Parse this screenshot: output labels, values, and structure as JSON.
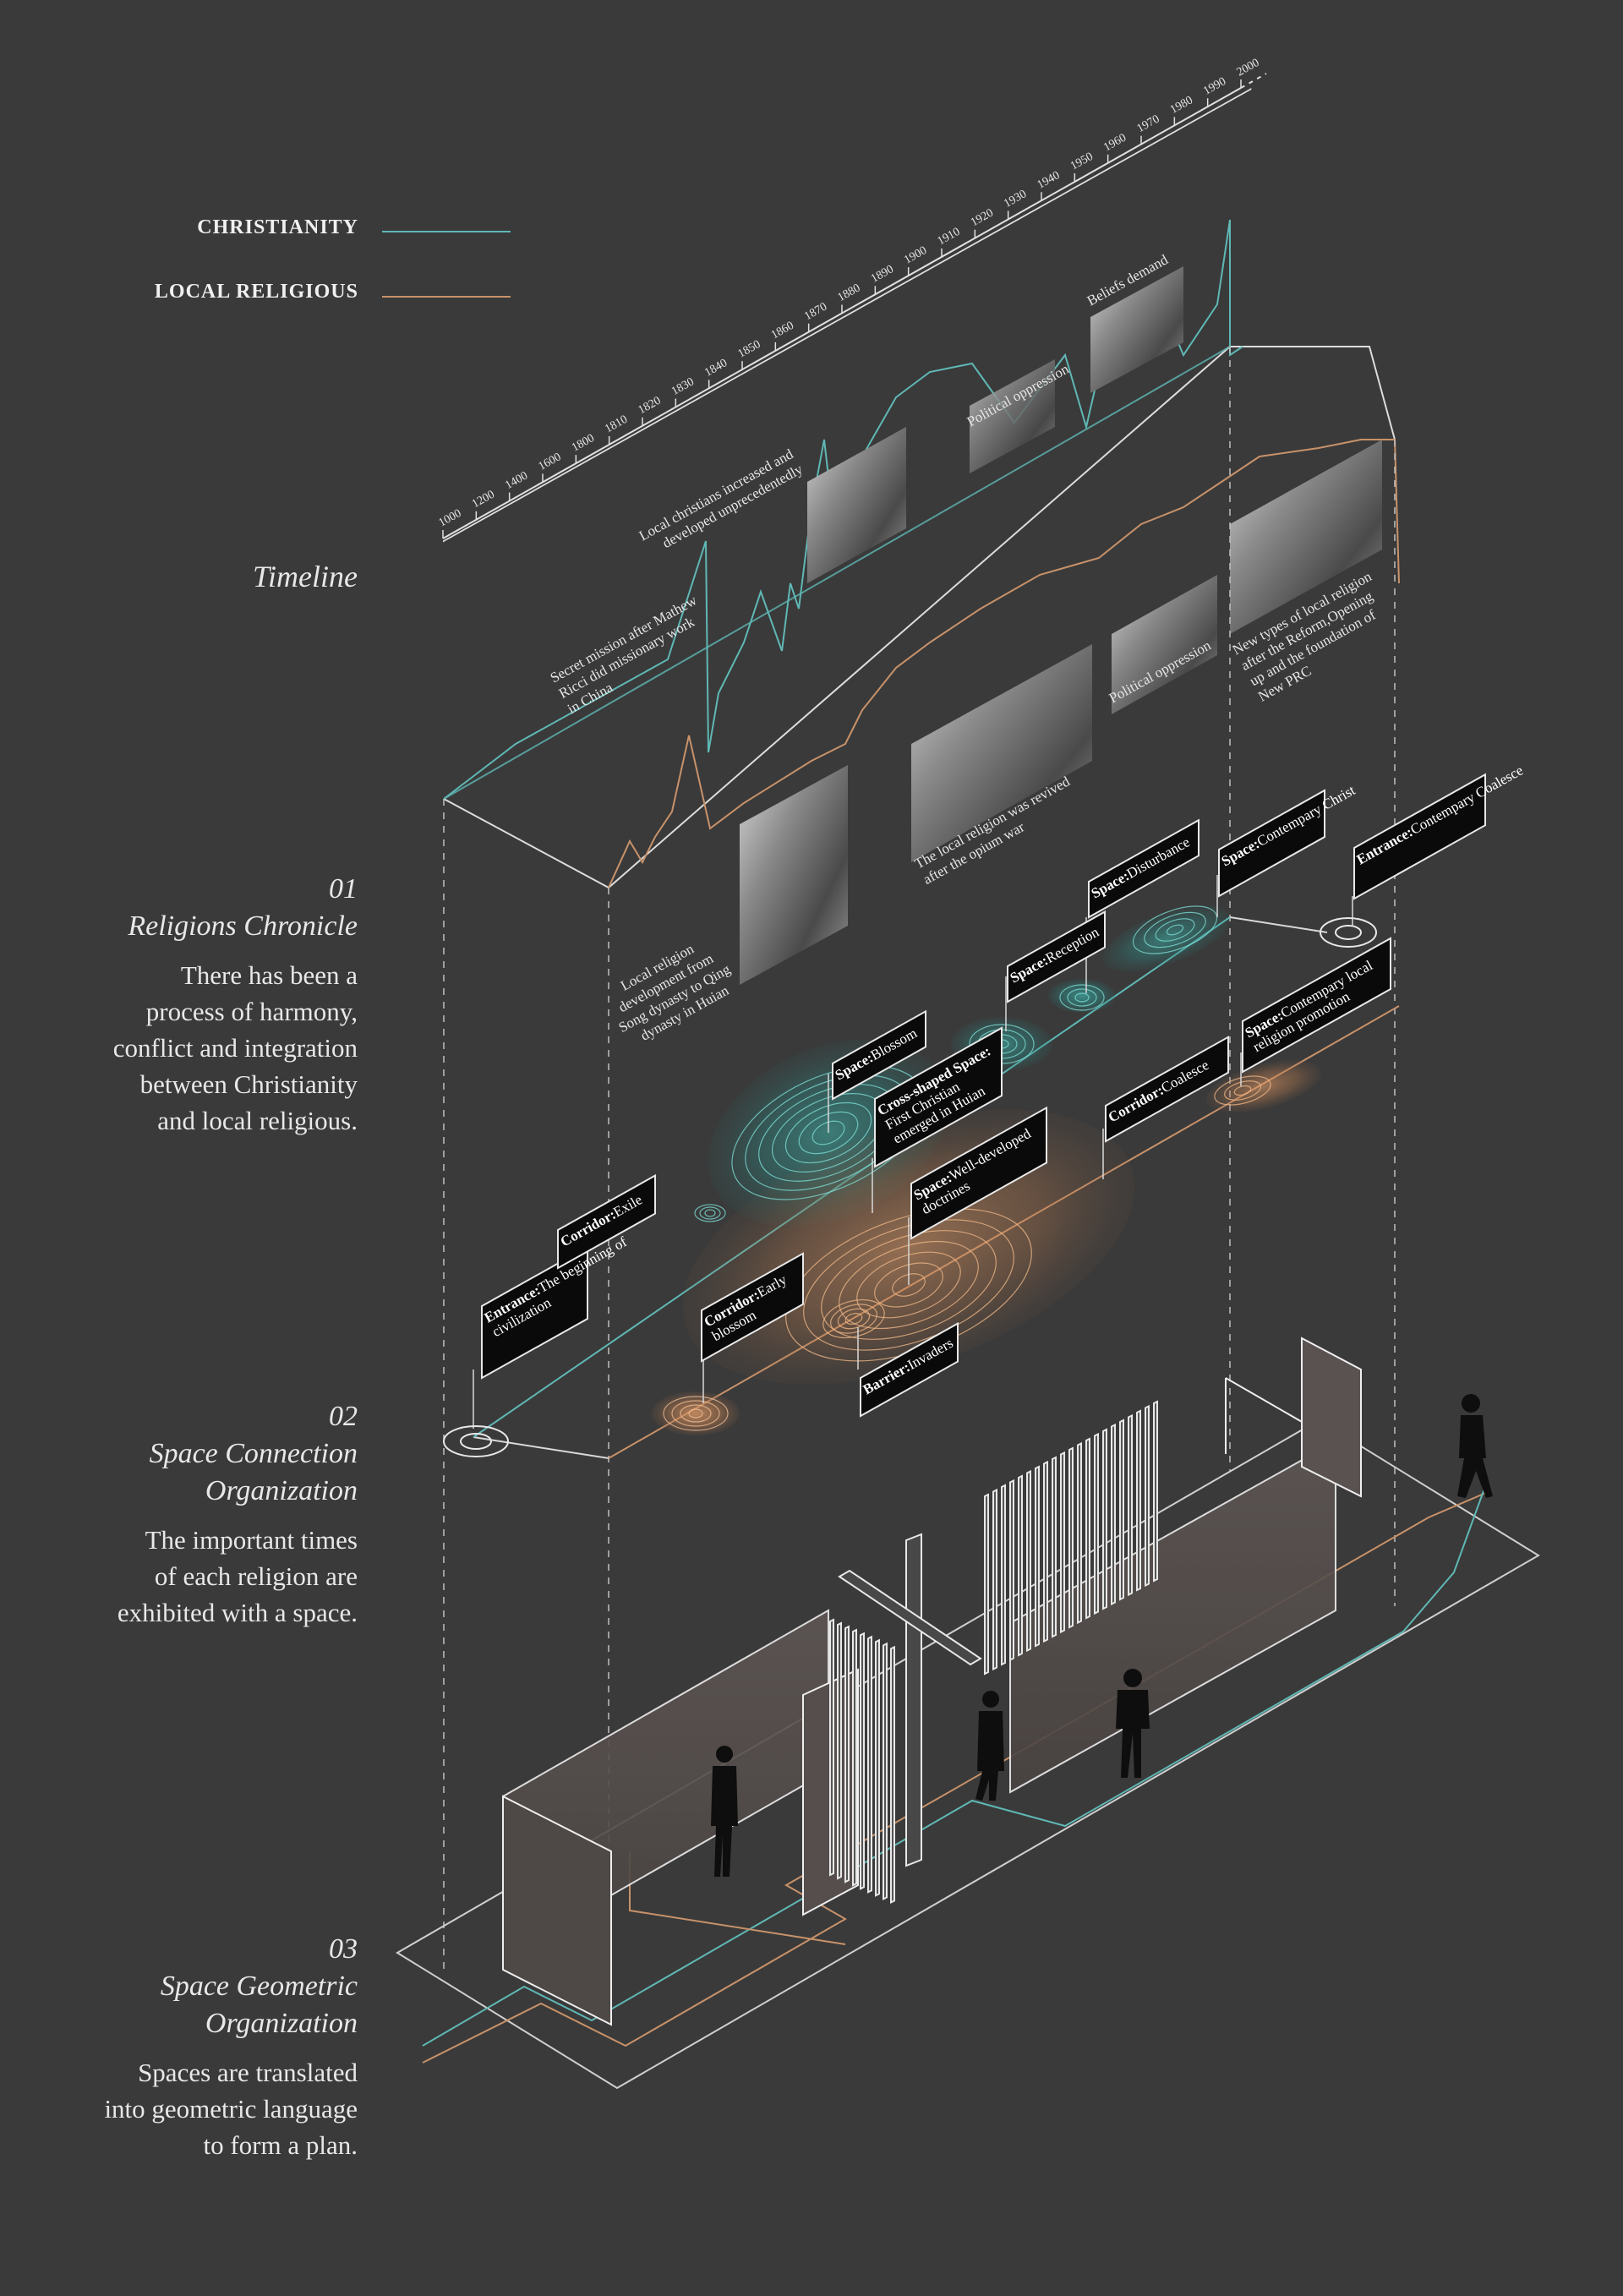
{
  "legend": {
    "items": [
      {
        "label": "CHRISTIANITY",
        "color": "#5fb8b5"
      },
      {
        "label": "LOCAL  RELIGIOUS",
        "color": "#c8926a"
      }
    ]
  },
  "timeline": {
    "title": "Timeline",
    "years": [
      "1000",
      "1200",
      "1400",
      "1600",
      "1800",
      "1810",
      "1820",
      "1830",
      "1840",
      "1850",
      "1860",
      "1870",
      "1880",
      "1890",
      "1900",
      "1910",
      "1920",
      "1930",
      "1940",
      "1950",
      "1960",
      "1970",
      "1980",
      "1990",
      "2000"
    ]
  },
  "annotations": {
    "secret_mission": [
      "Secret mission after Mathew",
      "Ricci did missionary work",
      "in China"
    ],
    "local_christians": [
      "Local christians increased and",
      "developed unprecedentedly"
    ],
    "political_oppression_top": "Political oppression",
    "beliefs_demand": "Beliefs demand",
    "local_religion_dev": [
      "Local religion",
      "development from",
      "Song dynasty to Qing",
      "dynasty in Huian"
    ],
    "revived": [
      "The local religion was revived",
      "after the opium war"
    ],
    "political_oppression_bottom": "Political oppression",
    "new_types": [
      "New types of local religion",
      "after the Reform,Opening",
      "up and the foundation of",
      "New PRC"
    ]
  },
  "nodes": [
    {
      "bold": "Entrance:",
      "text": [
        "The beginning of",
        "civilization"
      ]
    },
    {
      "bold": "Corridor:",
      "text": [
        "Exile"
      ]
    },
    {
      "bold": "Corridor:",
      "text": [
        "Early",
        "blossom"
      ]
    },
    {
      "bold": "Barrier:",
      "text": [
        "Invaders"
      ]
    },
    {
      "bold": "Space:",
      "text": [
        "Blossom"
      ]
    },
    {
      "bold": "Cross-shaped Space:",
      "text": [
        "First Christian",
        "emerged in Huian"
      ]
    },
    {
      "bold": "Space:",
      "text": [
        "Well-developed",
        "doctrines"
      ]
    },
    {
      "bold": "Space:",
      "text": [
        "Reception"
      ]
    },
    {
      "bold": "Space:",
      "text": [
        "Disturbance"
      ]
    },
    {
      "bold": "Corridor:",
      "text": [
        "Coalesce"
      ]
    },
    {
      "bold": "Space:",
      "text": [
        "Contempary Christ"
      ]
    },
    {
      "bold": "Space:",
      "text": [
        "Contempary local",
        "religion promotion"
      ]
    },
    {
      "bold": "Entrance:",
      "text": [
        "Contempary Coalesce"
      ]
    }
  ],
  "sections": [
    {
      "number": "01",
      "title": [
        "Religions Chronicle"
      ],
      "desc": [
        "There has been a",
        "process of harmony,",
        "conflict and integration",
        "between Christianity",
        "and local religious."
      ]
    },
    {
      "number": "02",
      "title": [
        "Space Connection",
        "Organization"
      ],
      "desc": [
        "The important times",
        "of each religion are",
        "exhibited with a space."
      ]
    },
    {
      "number": "03",
      "title": [
        "Space Geometric",
        "Organization"
      ],
      "desc": [
        "Spaces are translated",
        "into geometric language",
        "to form a plan."
      ]
    }
  ]
}
